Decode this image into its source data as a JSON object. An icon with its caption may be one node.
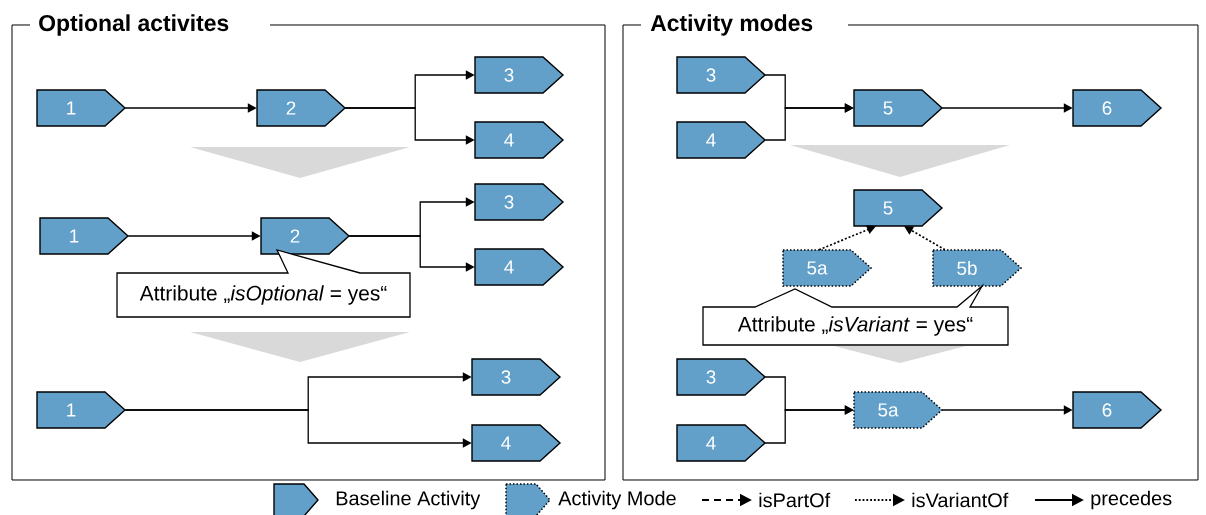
{
  "diagram": {
    "nodes": [
      {
        "text": [
          "Optional activites"
        ]
      },
      {
        "text": [
          "1"
        ],
        "in": 0
      },
      {
        "text": [
          "2"
        ],
        "in": 0
      },
      {
        "text": [
          "3"
        ],
        "in": 0
      },
      {
        "text": [
          "4"
        ],
        "in": 0
      },
      {
        "text": [
          "1"
        ],
        "in": 0
      },
      {
        "text": [
          "2"
        ],
        "in": 0
      },
      {
        "text": [
          "3"
        ],
        "in": 0
      },
      {
        "text": [
          "4"
        ],
        "in": 0
      },
      {
        "text": [
          "Attribute „*isOptional* = yes“"
        ],
        "in": 0
      },
      {
        "text": [
          "1"
        ],
        "in": 0
      },
      {
        "text": [
          "3"
        ],
        "in": 0
      },
      {
        "text": [
          "4"
        ],
        "in": 0
      },
      {
        "text": [
          "Activity modes"
        ]
      },
      {
        "text": [
          "3"
        ],
        "in": 13
      },
      {
        "text": [
          "4"
        ],
        "in": 13
      },
      {
        "text": [
          "5"
        ],
        "in": 13
      },
      {
        "text": [
          "6"
        ],
        "in": 13
      },
      {
        "text": [
          "5"
        ],
        "in": 13
      },
      {
        "text": [
          "5a"
        ],
        "in": 13
      },
      {
        "text": [
          "5b"
        ],
        "in": 13
      },
      {
        "text": [
          "Attribute „*isVariant* = yes“"
        ],
        "in": 13
      },
      {
        "text": [
          "3"
        ],
        "in": 13
      },
      {
        "text": [
          "4"
        ],
        "in": 13
      },
      {
        "text": [
          "5a"
        ],
        "in": 13
      },
      {
        "text": [
          "6"
        ],
        "in": 13
      },
      {
        "text": [],
        "shape": "triangle",
        "in": 0
      },
      {
        "text": [],
        "shape": "triangle",
        "in": 0
      },
      {
        "text": [],
        "shape": "triangle",
        "in": 13
      },
      {
        "text": [],
        "shape": "triangle",
        "in": 13
      }
    ],
    "edges": [
      {
        "from": 1,
        "to": 2,
        "arrow": "to"
      },
      {
        "from": 2,
        "to": 3,
        "arrow": "to"
      },
      {
        "from": 2,
        "to": 4,
        "arrow": "to"
      },
      {
        "from": 5,
        "to": 6,
        "arrow": "to"
      },
      {
        "from": 6,
        "to": 7,
        "arrow": "to"
      },
      {
        "from": 6,
        "to": 8,
        "arrow": "to"
      },
      {
        "from": 10,
        "to": 11,
        "arrow": "to"
      },
      {
        "from": 10,
        "to": 12,
        "arrow": "to"
      },
      {
        "from": 14,
        "to": 16,
        "arrow": "to"
      },
      {
        "from": 15,
        "to": 16,
        "arrow": "to"
      },
      {
        "from": 16,
        "to": 17,
        "arrow": "to"
      },
      {
        "from": 19,
        "to": 18,
        "arrow": "to",
        "style": "dashed"
      },
      {
        "from": 20,
        "to": 18,
        "arrow": "to",
        "style": "dashed"
      },
      {
        "from": 22,
        "to": 24,
        "arrow": "to"
      },
      {
        "from": 23,
        "to": 24,
        "arrow": "to"
      },
      {
        "from": 24,
        "to": 25,
        "arrow": "to"
      }
    ],
    "legend": [
      {
        "text": "Baseline Activity"
      },
      {
        "text": "Activity Mode"
      },
      {
        "text": "isPartOf"
      },
      {
        "text": "isVariantOf"
      },
      {
        "text": "precedes"
      }
    ]
  }
}
